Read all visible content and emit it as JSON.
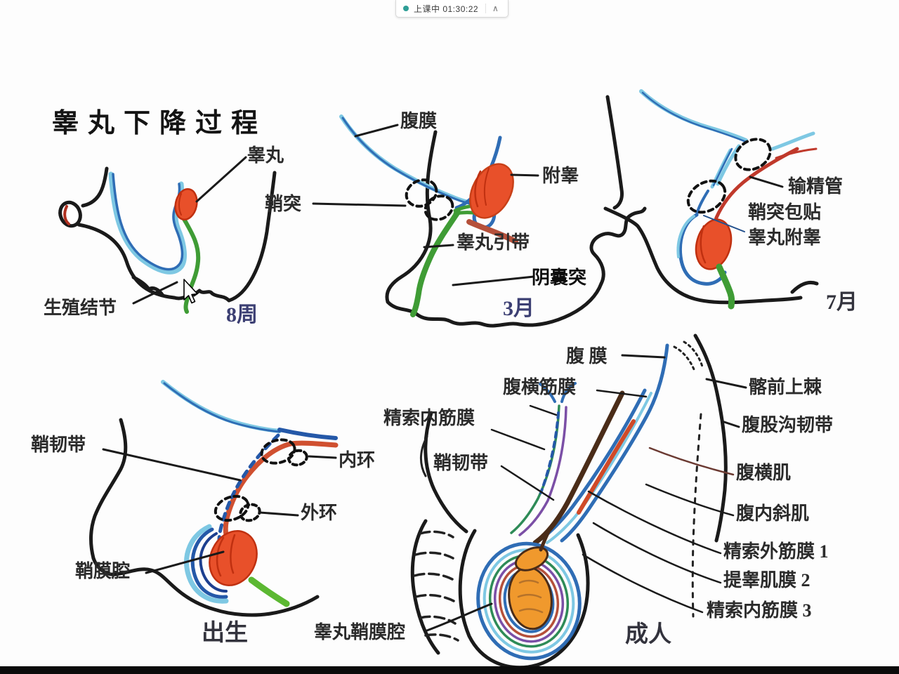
{
  "status_bar": {
    "text": "上课中 01:30:22",
    "collapse_icon": "∧",
    "dot_color": "#2e9e96"
  },
  "title": "睾丸下降过程",
  "figures": {
    "week8": {
      "stage": "8周",
      "labels": {
        "testis": "睾丸",
        "genital_tubercle": "生殖结节"
      }
    },
    "month3": {
      "stage": "3月",
      "labels": {
        "peritoneum": "腹膜",
        "processus_vaginalis": "鞘突",
        "epididymis": "附睾",
        "gubernaculum": "睾丸引带",
        "scrotal_process": "阴囊突"
      }
    },
    "month7": {
      "stage": "7月",
      "labels": {
        "vas_deferens": "输精管",
        "vaginalis_wrap": "鞘突包贴",
        "testis_epididymis": "睾丸附睾"
      }
    },
    "birth": {
      "stage": "出生",
      "labels": {
        "vaginal_ligament": "鞘韧带",
        "internal_ring": "内环",
        "external_ring": "外环",
        "vaginal_cavity": "鞘膜腔"
      }
    },
    "adult": {
      "stage": "成人",
      "labels": {
        "peritoneum": "腹 膜",
        "transversalis_fascia": "腹横筋膜",
        "internal_spermatic_fascia": "精索内筋膜",
        "vaginal_ligament": "鞘韧带",
        "asis": "髂前上棘",
        "inguinal_ligament": "腹股沟韧带",
        "transversus_abdominis": "腹横肌",
        "internal_oblique": "腹内斜肌",
        "external_spermatic_fascia_1": "精索外筋膜 1",
        "cremaster_fascia_2": "提睾肌膜 2",
        "internal_spermatic_fascia_3": "精索内筋膜 3",
        "tunica_vaginalis_cavity": "睾丸鞘膜腔"
      }
    }
  },
  "colors": {
    "outline": "#1a1a1a",
    "peritoneum_blue": "#2f6db5",
    "light_blue": "#7ec8e3",
    "gubernaculum_green": "#3f9c35",
    "testis_red": "#e8502a",
    "adult_testis_orange": "#f0992d",
    "purple": "#7b4fa6",
    "brown": "#4a2c18",
    "stage_blue": "#3c3f73",
    "status_dot": "#2e9e96"
  }
}
